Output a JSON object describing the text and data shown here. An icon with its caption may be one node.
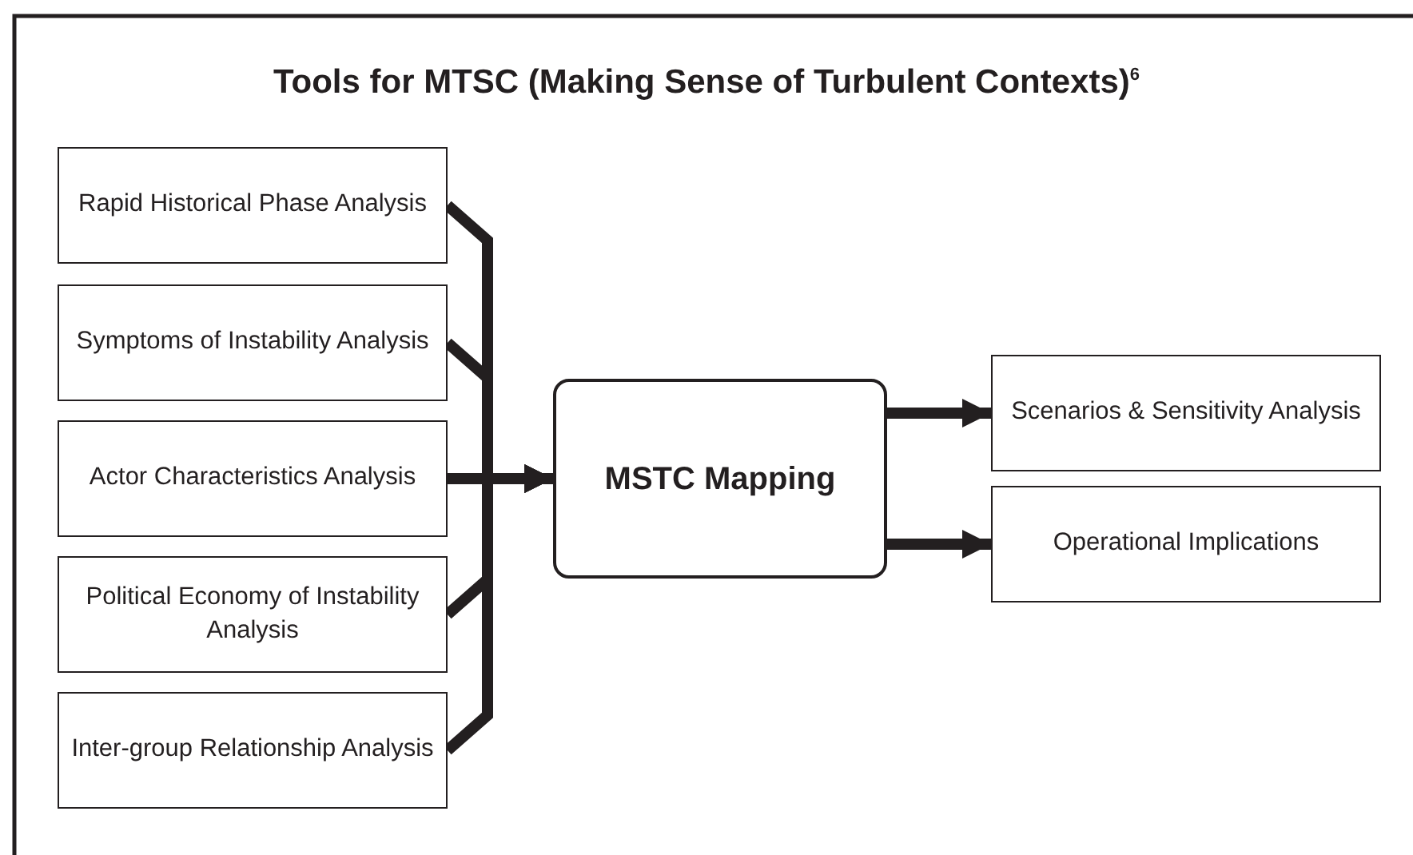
{
  "diagram": {
    "title": "Tools for MTSC (Making Sense of Turbulent Contexts)$^{6}$",
    "nodes": [
      {
        "text": [
          "Rapid Historical Phase Analysis"
        ]
      },
      {
        "text": [
          "Symptoms of Instability Analysis"
        ]
      },
      {
        "text": [
          "Actor Characteristics Analysis"
        ]
      },
      {
        "text": [
          "Political Economy of Instability Analysis"
        ]
      },
      {
        "text": [
          "Inter-group Relationship Analysis"
        ]
      },
      {
        "text": [
          "MSTC Mapping"
        ]
      },
      {
        "text": [
          "Scenarios & Sensitivity Analysis"
        ]
      },
      {
        "text": [
          "Operational Implications"
        ]
      }
    ],
    "edges": [
      {
        "from": 0,
        "to": 5,
        "arrow": "to"
      },
      {
        "from": 1,
        "to": 5,
        "arrow": "to"
      },
      {
        "from": 2,
        "to": 5,
        "arrow": "to"
      },
      {
        "from": 3,
        "to": 5,
        "arrow": "to"
      },
      {
        "from": 4,
        "to": 5,
        "arrow": "to"
      },
      {
        "from": 5,
        "to": 6,
        "arrow": "to"
      },
      {
        "from": 5,
        "to": 7,
        "arrow": "to"
      }
    ]
  }
}
